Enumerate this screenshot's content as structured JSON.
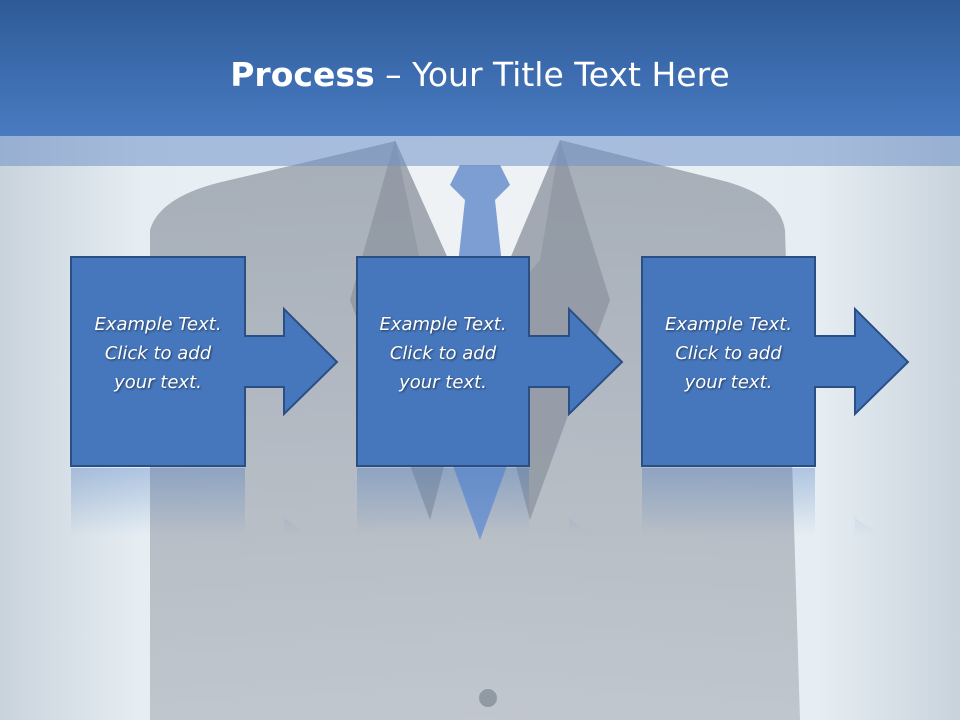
{
  "title": {
    "bold": "Process",
    "rest": " – Your Title Text Here"
  },
  "steps": [
    {
      "text": "Example Text.\nClick  to add\nyour text."
    },
    {
      "text": "Example Text.\nClick  to add\nyour text."
    },
    {
      "text": "Example Text.\nClick  to add\nyour text."
    }
  ],
  "colors": {
    "title_band": "#3d6db0",
    "step_fill": "#4677bd",
    "step_border": "#2a4f85",
    "text": "#ffffff"
  },
  "background": {
    "icon": "businessman-suit-icon"
  }
}
